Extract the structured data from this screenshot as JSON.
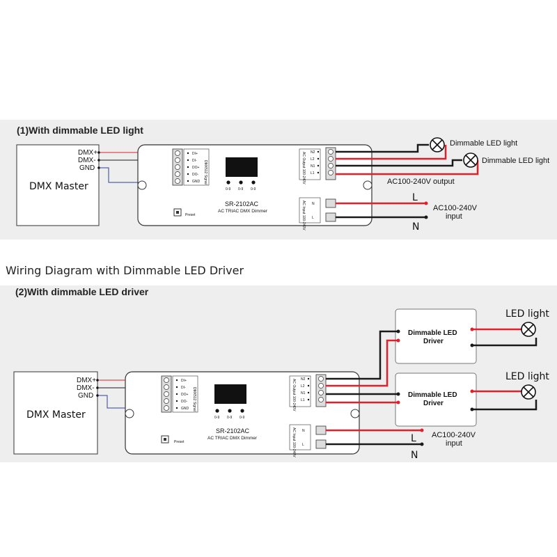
{
  "section1": {
    "heading": "(1)With dimmable LED light",
    "dmx_master": "DMX Master",
    "dmx_pins": [
      "DMX+",
      "DMX-",
      "GND"
    ],
    "device_model": "SR-2102AC",
    "device_desc": "AC TRIAC DMX Dimmer",
    "preset": "Preset",
    "left_terminals": [
      "DI+",
      "DI-",
      "DO+",
      "DO-",
      "GND"
    ],
    "left_block_label": "DMX512 Signal",
    "dip_labels": [
      "0-9",
      "0-9",
      "0-9"
    ],
    "out_terminals": [
      "N2",
      "L2",
      "N1",
      "L1"
    ],
    "out_block_label": "AC Output 100-240V",
    "in_terminals": [
      "N",
      "L"
    ],
    "in_block_label": "AC Input 100-240V",
    "lamp1": "Dimmable LED light",
    "lamp2": "Dimmable LED light",
    "output_label": "AC100-240V output",
    "L": "L",
    "N": "N",
    "input_line1": "AC100-240V",
    "input_line2": "input"
  },
  "middle_title": "Wiring Diagram with Dimmable LED Driver",
  "section2": {
    "heading": "(2)With dimmable LED driver",
    "dmx_master": "DMX Master",
    "dmx_pins": [
      "DMX+",
      "DMX-",
      "GND"
    ],
    "device_model": "SR-2102AC",
    "device_desc": "AC TRIAC DMX Dimmer",
    "preset": "Preset",
    "left_terminals": [
      "DI+",
      "DI-",
      "DO+",
      "DO-",
      "GND"
    ],
    "left_block_label": "DMX512 Signal",
    "dip_labels": [
      "0-9",
      "0-9",
      "0-9"
    ],
    "out_terminals": [
      "N2",
      "L2",
      "N1",
      "L1"
    ],
    "out_block_label": "AC Output 100-240V",
    "in_terminals": [
      "N",
      "L"
    ],
    "in_block_label": "AC Input 100-240V",
    "driver1_line1": "Dimmable LED",
    "driver1_line2": "Driver",
    "driver2_line1": "Dimmable LED",
    "driver2_line2": "Driver",
    "led1": "LED light",
    "led2": "LED light",
    "L": "L",
    "N": "N",
    "input_line1": "AC100-240V",
    "input_line2": "input"
  },
  "colors": {
    "red": "#e0202a",
    "black": "#1a1a1a",
    "blue": "#2f3da0",
    "panel_bg": "#eeeeee",
    "device_outline": "#333333"
  }
}
